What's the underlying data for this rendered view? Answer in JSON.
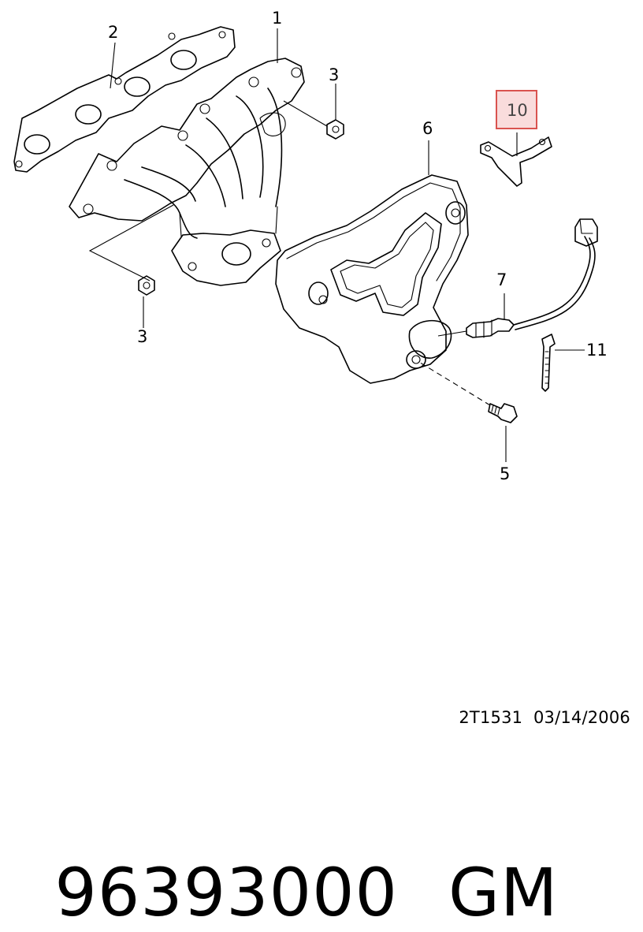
{
  "callouts": {
    "c1": "1",
    "c2": "2",
    "c3a": "3",
    "c3b": "3",
    "c5": "5",
    "c6": "6",
    "c7": "7",
    "c10": "10",
    "c11": "11"
  },
  "highlight": {
    "part": "10",
    "border_color": "#d9534f",
    "fill_color": "#f9dcdc",
    "text_color": "#444444"
  },
  "diagram_code": "2T1531  03/14/2006",
  "footer": {
    "part_number": "96393000",
    "brand": "GM"
  }
}
